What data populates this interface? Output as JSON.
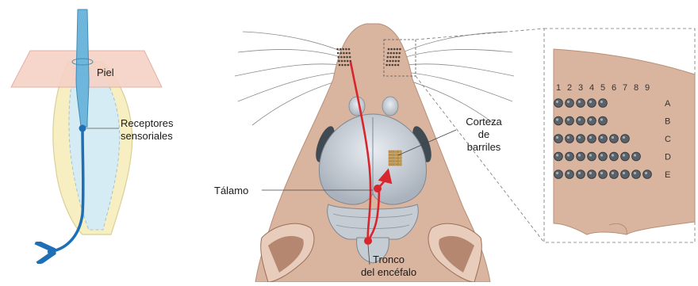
{
  "labels": {
    "piel": "Piel",
    "receptores_1": "Receptores",
    "receptores_2": "sensoriales",
    "corteza_1": "Corteza",
    "corteza_2": "de",
    "corteza_3": "barriles",
    "talamo": "Tálamo",
    "tronco_1": "Tronco",
    "tronco_2": "del encéfalo"
  },
  "barrel_grid": {
    "columns": [
      "1",
      "2",
      "3",
      "4",
      "5",
      "6",
      "7",
      "8",
      "9"
    ],
    "rows": [
      {
        "label": "A",
        "count": 5
      },
      {
        "label": "B",
        "count": 5
      },
      {
        "label": "C",
        "count": 7
      },
      {
        "label": "D",
        "count": 8
      },
      {
        "label": "E",
        "count": 9
      }
    ]
  },
  "colors": {
    "pathway": "#d7262e",
    "nerve": "#1f6fb6",
    "skin": "#f6d2c6",
    "face": "#d9b49f",
    "follicle": "#f7efc2"
  }
}
